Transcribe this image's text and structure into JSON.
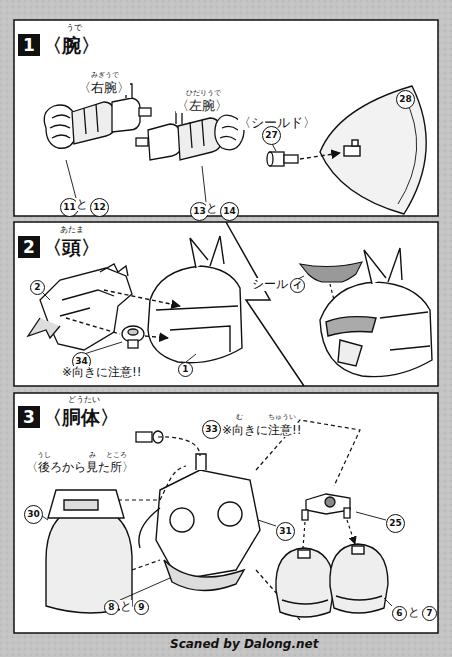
{
  "diagram": {
    "nodes": [
      {
        "text": [
          "1",
          "〈腕〉"
        ]
      },
      {
        "text": [
          "2",
          "〈頭〉"
        ]
      },
      {
        "text": [
          "3",
          "〈胴体〉"
        ]
      }
    ],
    "labels": [
      "うで",
      "みぎうで",
      "〈右腕〉",
      "ひだりうで",
      "〈左腕〉",
      "〈シールド〉",
      "28",
      "27",
      "11",
      "と",
      "12",
      "13",
      "と",
      "14",
      "あたま",
      "2",
      "34",
      "※向きに注意!!",
      "1",
      "シール",
      "イ",
      "どうたい",
      "む",
      "ちゅうい",
      "33",
      "※向きに注意!!",
      "うし",
      "み",
      "ところ",
      "〈後ろから見た所〉",
      "30",
      "31",
      "25",
      "8",
      "と",
      "9",
      "6",
      "と",
      "7",
      "Scaned by Dalong.net"
    ]
  }
}
